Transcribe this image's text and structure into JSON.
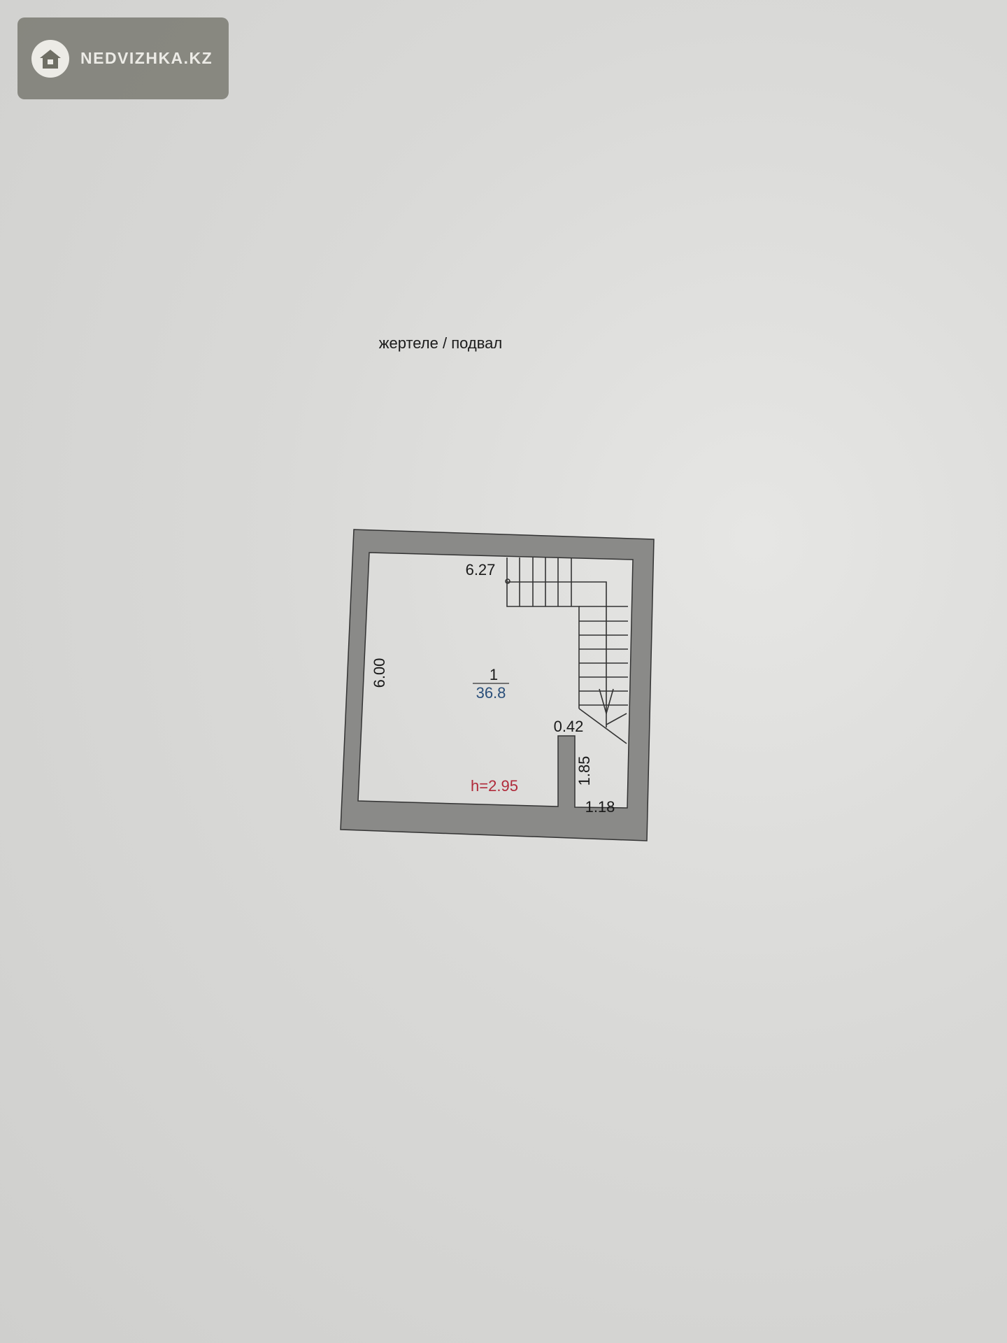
{
  "watermark": {
    "text": "NEDVIZHKA.KZ",
    "icon": "house-icon"
  },
  "plan": {
    "title": "жертеле /  подвал",
    "room_number": "1",
    "room_area": "36.8",
    "height_label": "h=2.95",
    "dimensions": {
      "top": "6.27",
      "left": "6.00",
      "opening": "0.42",
      "niche_height": "1.85",
      "niche_width": "1.18"
    },
    "colors": {
      "wall": "#8a8a88",
      "area": "#2a4f7a",
      "height": "#b02a3a"
    }
  }
}
